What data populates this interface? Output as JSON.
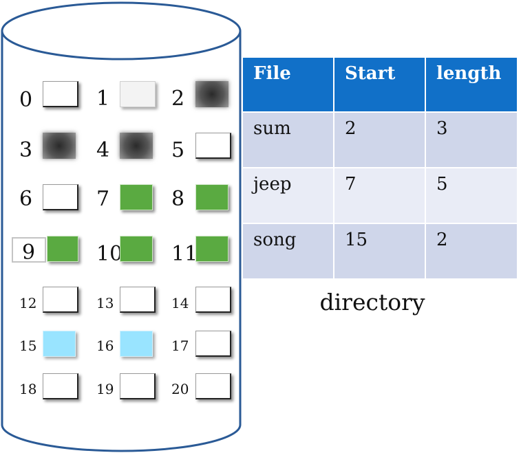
{
  "colors": {
    "cylinder_stroke": "#2a5a96",
    "header_blue": "#1170c8",
    "row_shade_a": "#cfd6ea",
    "row_shade_b": "#e9ecf6",
    "allocated_sum": "#555555",
    "allocated_jeep": "#5aaa41",
    "allocated_song": "#99e4ff"
  },
  "disk": {
    "blocks": [
      {
        "label": "0",
        "state": "empty"
      },
      {
        "label": "1",
        "state": "light"
      },
      {
        "label": "2",
        "state": "gray"
      },
      {
        "label": "3",
        "state": "gray"
      },
      {
        "label": "4",
        "state": "gray"
      },
      {
        "label": "5",
        "state": "empty"
      },
      {
        "label": "6",
        "state": "empty"
      },
      {
        "label": "7",
        "state": "green"
      },
      {
        "label": "8",
        "state": "green"
      },
      {
        "label": "9",
        "state": "green"
      },
      {
        "label": "10",
        "state": "green"
      },
      {
        "label": "11",
        "state": "green"
      },
      {
        "label": "12",
        "state": "empty"
      },
      {
        "label": "13",
        "state": "empty"
      },
      {
        "label": "14",
        "state": "empty"
      },
      {
        "label": "15",
        "state": "blue"
      },
      {
        "label": "16",
        "state": "blue"
      },
      {
        "label": "17",
        "state": "empty"
      },
      {
        "label": "18",
        "state": "empty"
      },
      {
        "label": "19",
        "state": "empty"
      },
      {
        "label": "20",
        "state": "empty"
      }
    ]
  },
  "directory": {
    "headers": [
      "File",
      "Start",
      "length"
    ],
    "rows": [
      [
        "sum",
        "2",
        "3"
      ],
      [
        "jeep",
        "7",
        "5"
      ],
      [
        "song",
        "15",
        "2"
      ]
    ],
    "caption": "directory"
  }
}
